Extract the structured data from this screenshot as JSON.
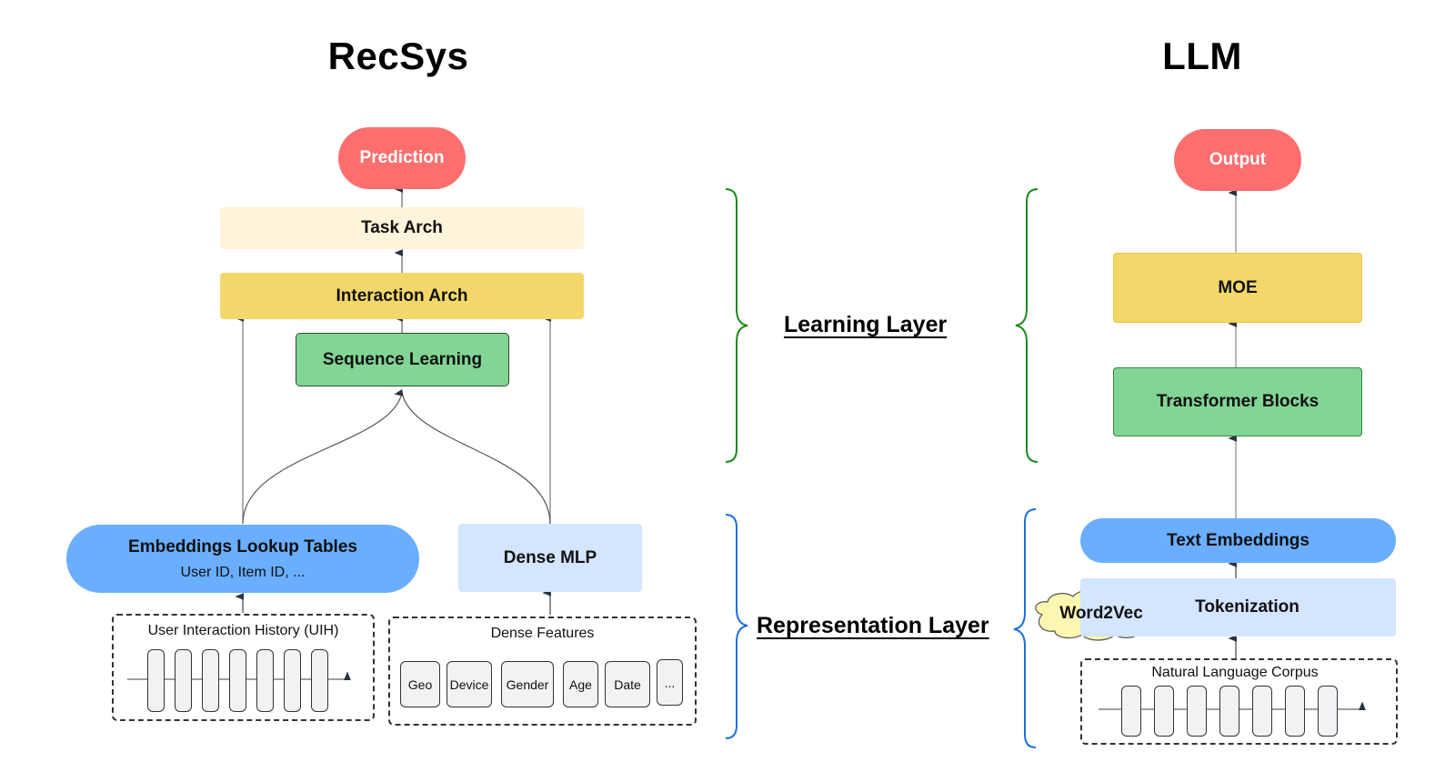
{
  "recsys": {
    "title": "RecSys",
    "prediction": "Prediction",
    "task_arch": "Task Arch",
    "interaction_arch": "Interaction Arch",
    "sequence_learning": "Sequence Learning",
    "embeddings": {
      "title": "Embeddings Lookup Tables",
      "subtitle": "User ID, Item ID, ..."
    },
    "dense_mlp": "Dense MLP",
    "uih": {
      "label": "User Interaction History (UIH)",
      "token_count": 7
    },
    "dense_features": {
      "label": "Dense Features",
      "items": [
        "Geo",
        "Device",
        "Gender",
        "Age",
        "Date",
        "..."
      ]
    }
  },
  "llm": {
    "title": "LLM",
    "output": "Output",
    "moe": "MOE",
    "transformer_blocks": "Transformer Blocks",
    "text_embeddings": "Text Embeddings",
    "tokenization": "Tokenization",
    "word2vec": "Word2Vec",
    "corpus": {
      "label": "Natural Language Corpus",
      "token_count": 7
    }
  },
  "layers": {
    "learning": "Learning Layer",
    "representation": "Representation Layer"
  },
  "colors": {
    "prediction_red": "#fd6e6e",
    "task_arch_cream": "#fff3da",
    "interaction_yellow": "#f3d76a",
    "sequence_green": "#82d595",
    "embeddings_blue": "#6aaeff",
    "dense_light_blue": "#d3e5ff",
    "learning_bracket_green": "#1a8a1a",
    "representation_bracket_blue": "#1f6fe0",
    "word2vec_cloud": "#fbf7b0"
  }
}
